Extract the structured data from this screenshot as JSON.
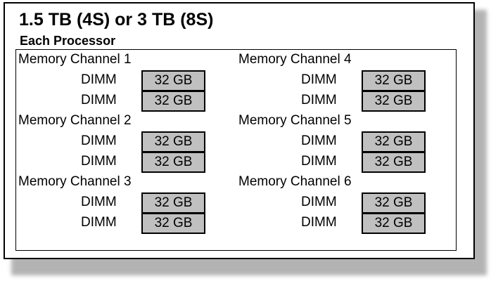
{
  "title": "1.5 TB (4S) or 3 TB (8S)",
  "subtitle": "Each Processor",
  "channels": [
    {
      "label": "Memory Channel 1",
      "dimms": [
        {
          "label": "DIMM",
          "size": "32 GB"
        },
        {
          "label": "DIMM",
          "size": "32 GB"
        }
      ]
    },
    {
      "label": "Memory Channel 2",
      "dimms": [
        {
          "label": "DIMM",
          "size": "32 GB"
        },
        {
          "label": "DIMM",
          "size": "32 GB"
        }
      ]
    },
    {
      "label": "Memory Channel 3",
      "dimms": [
        {
          "label": "DIMM",
          "size": "32 GB"
        },
        {
          "label": "DIMM",
          "size": "32 GB"
        }
      ]
    },
    {
      "label": "Memory Channel 4",
      "dimms": [
        {
          "label": "DIMM",
          "size": "32 GB"
        },
        {
          "label": "DIMM",
          "size": "32 GB"
        }
      ]
    },
    {
      "label": "Memory Channel 5",
      "dimms": [
        {
          "label": "DIMM",
          "size": "32 GB"
        },
        {
          "label": "DIMM",
          "size": "32 GB"
        }
      ]
    },
    {
      "label": "Memory Channel 6",
      "dimms": [
        {
          "label": "DIMM",
          "size": "32 GB"
        },
        {
          "label": "DIMM",
          "size": "32 GB"
        }
      ]
    }
  ],
  "colors": {
    "dimm_fill": "#c0c0c0",
    "border": "#000000",
    "shadow": "#9a9a9a"
  }
}
